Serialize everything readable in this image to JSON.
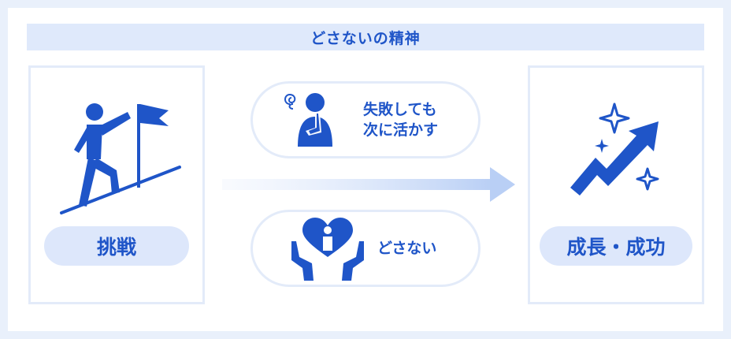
{
  "banner": {
    "title": "どさないの精神"
  },
  "left_panel": {
    "label": "挑戦",
    "icon": "person-climbing-with-flag-icon"
  },
  "right_panel": {
    "label": "成長・成功",
    "icon": "rising-arrow-sparkles-icon"
  },
  "bubbles": [
    {
      "line1": "失敗しても",
      "line2": "次に活かす",
      "icon": "thinking-person-icon"
    },
    {
      "text": "どさない",
      "icon": "hands-holding-heart-icon"
    }
  ],
  "colors": {
    "primary": "#1f55c8",
    "pill_bg": "#dde7fb",
    "banner_bg": "#dfe9fb",
    "border": "#e3ebf9",
    "page_bg": "#e9f0fb"
  }
}
